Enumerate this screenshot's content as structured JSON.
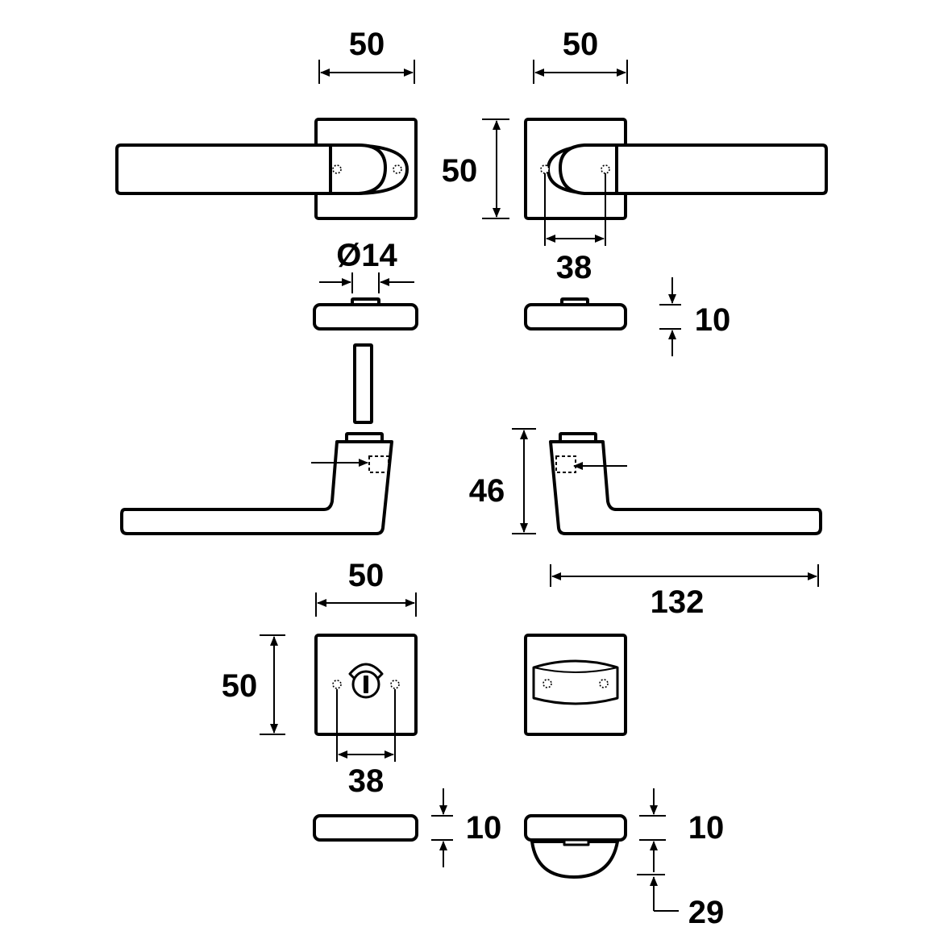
{
  "dimensions": {
    "rose_width_left": "50",
    "rose_width_right": "50",
    "rose_height": "50",
    "spindle_diameter": "Ø14",
    "screw_spacing_top": "38",
    "rose_thickness_top": "10",
    "lever_height": "46",
    "lever_length": "132",
    "turn_rose_width": "50",
    "turn_rose_height": "50",
    "turn_screw_spacing": "38",
    "turn_rose_thickness_left": "10",
    "turn_rose_thickness_right": "10",
    "thumb_turn_projection": "29"
  },
  "colors": {
    "line": "#000000",
    "background": "#ffffff"
  }
}
